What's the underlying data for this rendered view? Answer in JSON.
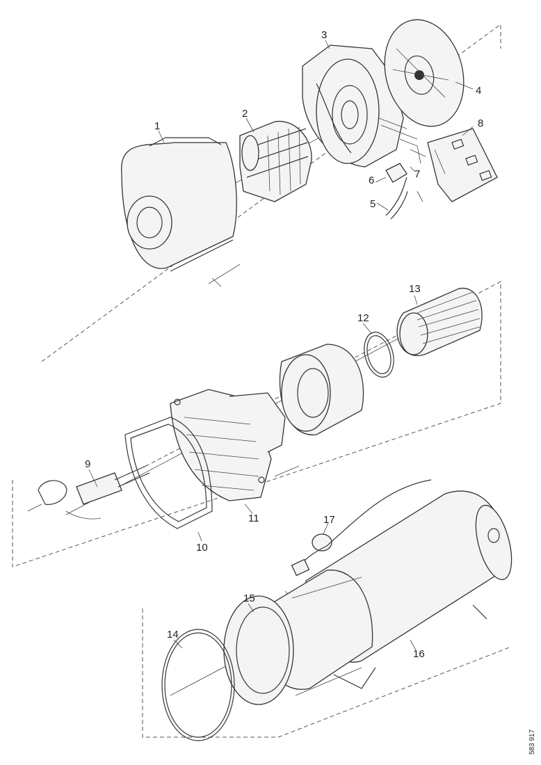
{
  "labels": {
    "p1": "1",
    "p2": "2",
    "p3": "3",
    "p4": "4",
    "p5": "5",
    "p6": "6",
    "p7": "7",
    "p8": "8",
    "p9": "9",
    "p10": "10",
    "p11": "11",
    "p12": "12",
    "p13": "13",
    "p14": "14",
    "p15": "15",
    "p16": "16",
    "p17": "17"
  },
  "drawing_reference": "583 917"
}
